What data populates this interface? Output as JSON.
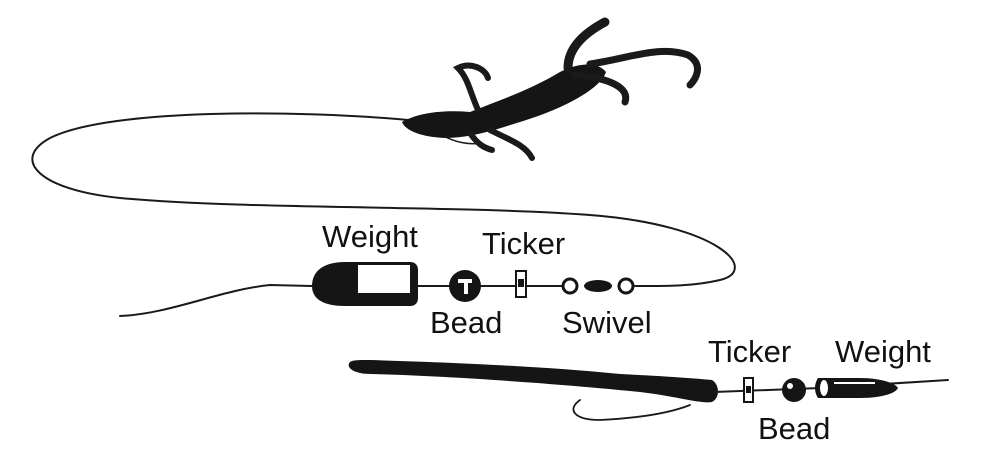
{
  "labels": {
    "top_weight": "Weight",
    "top_ticker": "Ticker",
    "top_bead": "Bead",
    "top_swivel": "Swivel",
    "bottom_ticker": "Ticker",
    "bottom_weight": "Weight",
    "bottom_bead": "Bead"
  },
  "colors": {
    "ink": "#151515",
    "paper": "#ffffff"
  }
}
